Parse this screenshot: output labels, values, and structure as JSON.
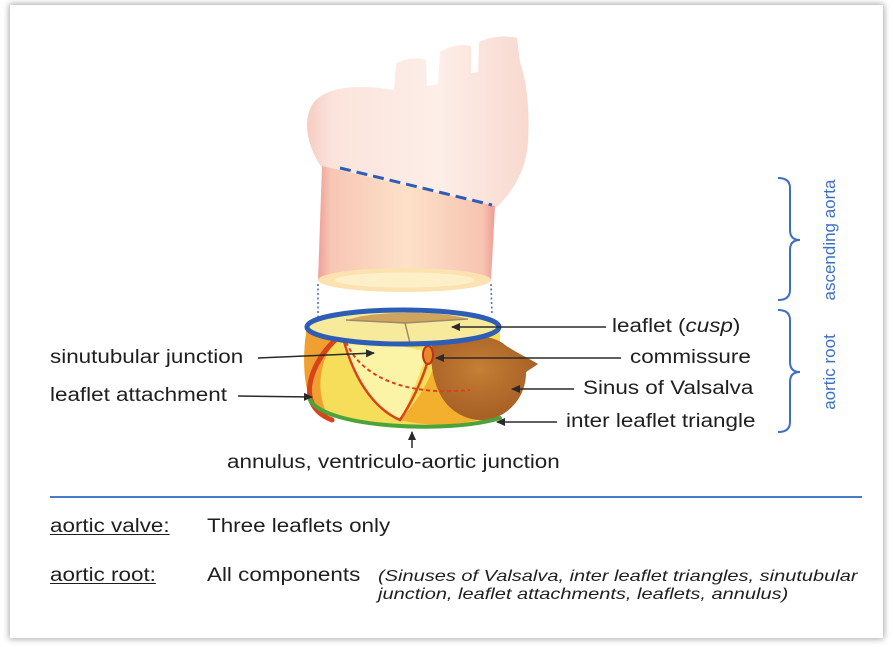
{
  "labels": {
    "leaflet": {
      "prefix": "leaflet (",
      "emphasis": "cusp",
      "suffix": ")"
    },
    "sinutubular_junction": "sinutubular junction",
    "commissure": "commissure",
    "sinus_of_valsalva": "Sinus of Valsalva",
    "leaflet_attachment": "leaflet attachment",
    "inter_leaflet_triangle": "inter leaflet triangle",
    "annulus": "annulus, ventriculo-aortic junction"
  },
  "brackets": {
    "ascending_aorta": "ascending aorta",
    "aortic_root": "aortic root"
  },
  "definitions": [
    {
      "term": "aortic valve:",
      "description": "Three leaflets only"
    },
    {
      "term": "aortic root:",
      "description": "All components",
      "note_lines": [
        "(Sinuses of Valsalva, inter leaflet triangles, sinutubular",
        "junction, leaflet attachments, leaflets, annulus)"
      ]
    }
  ],
  "colors": {
    "diagram_blue": "#2d5db5",
    "bracket_blue": "#3d6fc2",
    "divider_blue": "#4a7bc8",
    "sinus_brown": "#b66a2c",
    "root_yellow": "#f6dd5a",
    "attachment_red": "#d8431c",
    "annulus_green": "#4ba33a",
    "aorta_pink": "#fbe4dc"
  }
}
